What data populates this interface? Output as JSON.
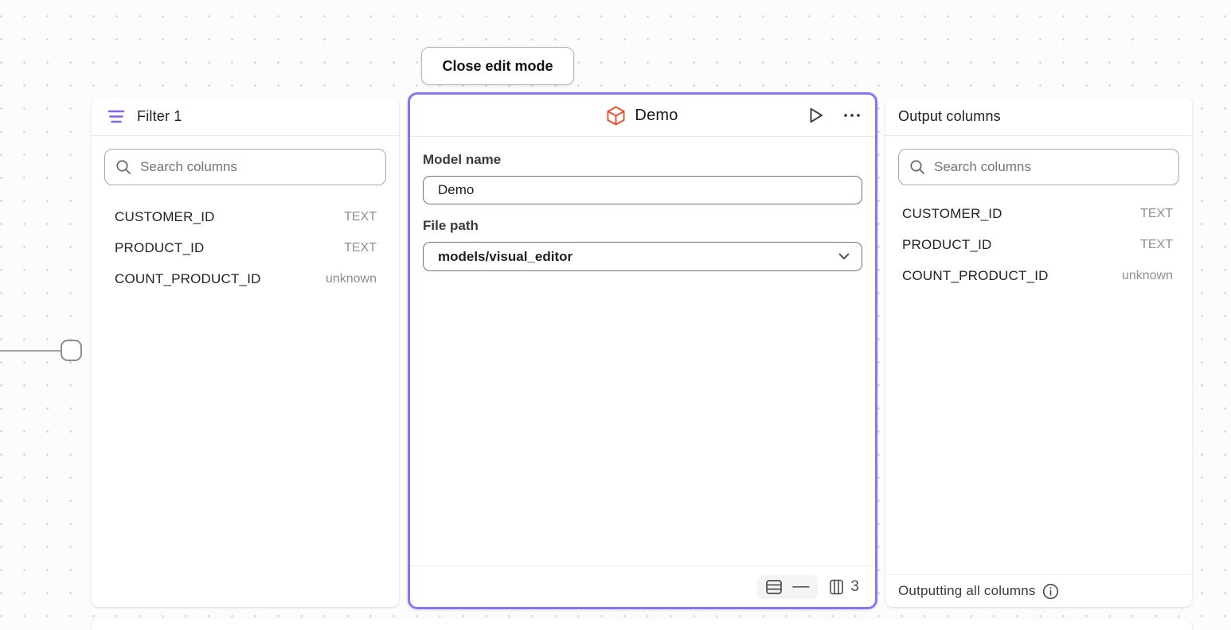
{
  "toolbar": {
    "close_edit_mode_label": "Close edit mode"
  },
  "filter_panel": {
    "title": "Filter 1",
    "search_placeholder": "Search columns",
    "columns": [
      {
        "name": "CUSTOMER_ID",
        "type": "TEXT"
      },
      {
        "name": "PRODUCT_ID",
        "type": "TEXT"
      },
      {
        "name": "COUNT_PRODUCT_ID",
        "type": "unknown"
      }
    ]
  },
  "model_panel": {
    "title": "Demo",
    "model_name_label": "Model name",
    "model_name_value": "Demo",
    "file_path_label": "File path",
    "file_path_value": "models/visual_editor",
    "row_count": "—",
    "column_count": "3"
  },
  "output_panel": {
    "title": "Output columns",
    "search_placeholder": "Search columns",
    "columns": [
      {
        "name": "CUSTOMER_ID",
        "type": "TEXT"
      },
      {
        "name": "PRODUCT_ID",
        "type": "TEXT"
      },
      {
        "name": "COUNT_PRODUCT_ID",
        "type": "unknown"
      }
    ],
    "footer_text": "Outputting all columns"
  },
  "colors": {
    "selected_node_border": "#8875f5",
    "filter_icon": "#8b5cf6",
    "model_icon": "#e8502e"
  }
}
